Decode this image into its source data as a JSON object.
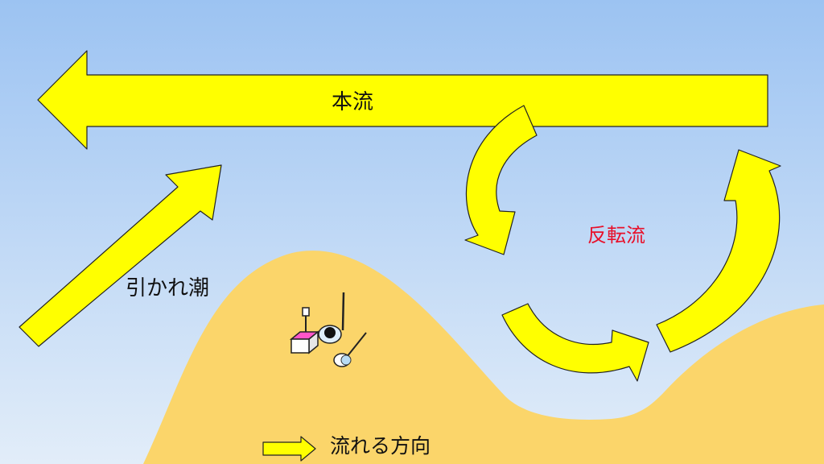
{
  "colors": {
    "sky_top": "#9cc3f2",
    "sky_bottom": "#e2edf9",
    "sand": "#fbd56a",
    "arrow_fill": "#ffff00",
    "arrow_stroke": "#222222",
    "text_dark": "#111111",
    "text_red": "#e8102a",
    "box_pink": "#ff55c8"
  },
  "labels": {
    "main_current": "本流",
    "rip_current": "引かれ潮",
    "reverse_current": "反転流",
    "legend": "流れる方向"
  },
  "icons": [
    "cooler-box-icon",
    "angler-icon",
    "fishing-rod-icon",
    "bait-bucket-icon",
    "landing-net-icon"
  ]
}
